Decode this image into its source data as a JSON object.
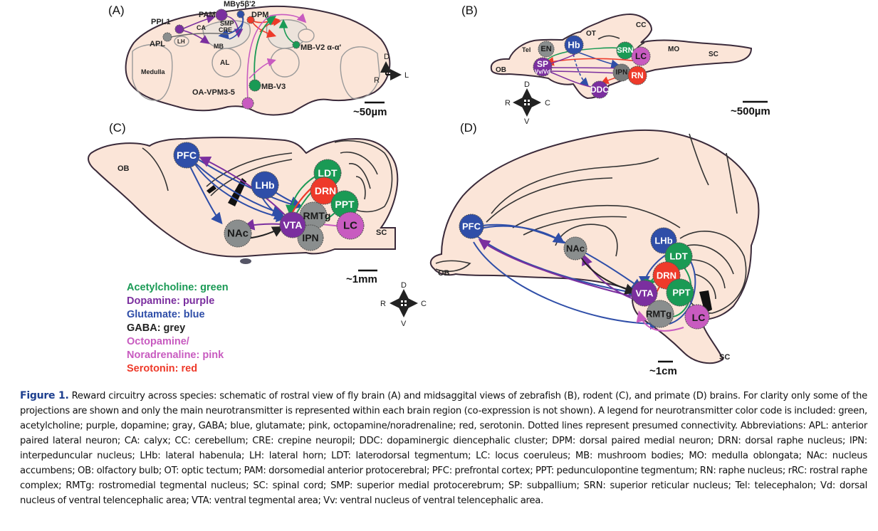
{
  "colors": {
    "acetylcholine": "#1a9a55",
    "dopamine": "#7b2f9f",
    "glutamate": "#2f4ea8",
    "gaba": "#8a8e8e",
    "octopamine_noradrenaline": "#c85bc0",
    "serotonin": "#ee3a2a",
    "brain_fill": "#fbe5d8",
    "caption_label": "#1d3f8f"
  },
  "panels": {
    "A": {
      "label": "(A)",
      "regions": [
        "Medulla",
        "AL",
        "MB",
        "CA",
        "LH",
        "SMP",
        "CRE"
      ],
      "nodes": [
        {
          "id": "PPL1",
          "label": "PPL1",
          "transmitter": "dopamine"
        },
        {
          "id": "PAM",
          "label": "PAM",
          "transmitter": "dopamine"
        },
        {
          "id": "MBg5b2",
          "label": "MBγ5β'2",
          "transmitter": "glutamate"
        },
        {
          "id": "DPM",
          "label": "DPM",
          "transmitter": "serotonin"
        },
        {
          "id": "APL",
          "label": "APL",
          "transmitter": "gaba"
        },
        {
          "id": "MBV2",
          "label": "MB-V2 α-α'",
          "transmitter": "acetylcholine"
        },
        {
          "id": "MBV3",
          "label": "MB-V3",
          "transmitter": "acetylcholine"
        },
        {
          "id": "OAVPM",
          "label": "OA-VPM3-5",
          "transmitter": "octopamine_noradrenaline"
        }
      ],
      "compass": {
        "up": "D",
        "right": "L",
        "corner": "R"
      },
      "scale": "~50µm"
    },
    "B": {
      "label": "(B)",
      "regions": [
        "OB",
        "Tel",
        "OT",
        "CC",
        "MO",
        "SC"
      ],
      "nodes": [
        {
          "id": "EN",
          "label": "EN",
          "transmitter": "gaba"
        },
        {
          "id": "Hb",
          "label": "Hb",
          "transmitter": "glutamate"
        },
        {
          "id": "SRN",
          "label": "SRN",
          "transmitter": "acetylcholine"
        },
        {
          "id": "LC",
          "label": "LC",
          "transmitter": "octopamine_noradrenaline"
        },
        {
          "id": "SP",
          "label": "SP",
          "sublabel": "Vv/Vd",
          "transmitter": "dopamine"
        },
        {
          "id": "IPN",
          "label": "IPN",
          "transmitter": "gaba"
        },
        {
          "id": "RN",
          "label": "RN",
          "transmitter": "serotonin"
        },
        {
          "id": "DDC",
          "label": "DDC",
          "transmitter": "dopamine"
        }
      ],
      "compass": {
        "up": "D",
        "down": "V",
        "left": "R",
        "right": "C"
      },
      "scale": "~500µm"
    },
    "C": {
      "label": "(C)",
      "regions": [
        "OB",
        "SC"
      ],
      "nodes": [
        {
          "id": "PFC",
          "label": "PFC",
          "transmitter": "glutamate"
        },
        {
          "id": "LHb",
          "label": "LHb",
          "transmitter": "glutamate"
        },
        {
          "id": "LDT",
          "label": "LDT",
          "transmitter": "acetylcholine"
        },
        {
          "id": "DRN",
          "label": "DRN",
          "transmitter": "serotonin"
        },
        {
          "id": "PPT",
          "label": "PPT",
          "transmitter": "acetylcholine"
        },
        {
          "id": "RMTg",
          "label": "RMTg",
          "transmitter": "gaba"
        },
        {
          "id": "VTA",
          "label": "VTA",
          "transmitter": "dopamine"
        },
        {
          "id": "LC",
          "label": "LC",
          "transmitter": "octopamine_noradrenaline"
        },
        {
          "id": "NAc",
          "label": "NAc",
          "transmitter": "gaba"
        },
        {
          "id": "IPN",
          "label": "IPN",
          "transmitter": "gaba"
        }
      ],
      "compass": {
        "up": "D",
        "down": "V",
        "left": "R",
        "right": "C"
      },
      "scale": "~1mm"
    },
    "D": {
      "label": "(D)",
      "regions": [
        "OB",
        "SC"
      ],
      "nodes": [
        {
          "id": "PFC",
          "label": "PFC",
          "transmitter": "glutamate"
        },
        {
          "id": "NAc",
          "label": "NAc",
          "transmitter": "gaba"
        },
        {
          "id": "LHb",
          "label": "LHb",
          "transmitter": "glutamate"
        },
        {
          "id": "LDT",
          "label": "LDT",
          "transmitter": "acetylcholine"
        },
        {
          "id": "DRN",
          "label": "DRN",
          "transmitter": "serotonin"
        },
        {
          "id": "VTA",
          "label": "VTA",
          "transmitter": "dopamine"
        },
        {
          "id": "PPT",
          "label": "PPT",
          "transmitter": "acetylcholine"
        },
        {
          "id": "RMTg",
          "label": "RMTg",
          "transmitter": "gaba"
        },
        {
          "id": "LC",
          "label": "LC",
          "transmitter": "octopamine_noradrenaline"
        }
      ],
      "scale": "~1cm"
    }
  },
  "legend": [
    {
      "text": "Acetylcholine: green",
      "key": "acetylcholine"
    },
    {
      "text": "Dopamine: purple",
      "key": "dopamine"
    },
    {
      "text": "Glutamate: blue",
      "key": "glutamate"
    },
    {
      "text": "GABA: grey",
      "key": "gaba_text"
    },
    {
      "text": "Octopamine/",
      "key": "octopamine_noradrenaline"
    },
    {
      "text": "Noradrenaline: pink",
      "key": "octopamine_noradrenaline"
    },
    {
      "text": "Serotonin: red",
      "key": "serotonin"
    }
  ],
  "caption": {
    "label": "Figure 1.",
    "text": "Reward circuitry across species: schematic of rostral view of fly brain (A) and midsaggital views of zebrafish (B), rodent (C), and primate (D) brains. For clarity only some of the projections are shown and only the main neurotransmitter is represented within each brain region (co-expression is not shown). A legend for neuro­transmitter color code is included: green, acetylcholine; purple, dopamine; gray, GABA; blue, glutamate; pink, octopamine/noradrenaline; red, serotonin. Dotted lines represent presumed connectivity. Abbreviations: APL: anterior paired lateral neuron; CA: calyx; CC: cerebellum; CRE: crepine neuropil; DDC: dopaminergic diencephalic cluster; DPM: dorsal paired medial neuron; DRN: dorsal raphe nucleus; IPN: interpeduncular nucleus; LHb: lateral habenula; LH: lateral horn; LDT: laterodorsal tegmen­tum; LC: locus coeruleus; MB: mushroom bodies; MO: medulla oblongata; NAc: nucleus accumbens; OB: olfactory bulb; OT: optic tectum; PAM: dorsomedial anterior pro­tocerebral; PFC: prefrontal cortex; PPT: pedunculopontine tegmentum; RN: raphe nucleus; rRC: rostral raphe complex; RMTg: rostromedial tegmental nucleus; SC: spinal cord; SMP: superior medial protocerebrum; SP: subpallium; SRN: superior reticular nucleus; Tel: telecephalon; Vd: dorsal nucleus of ventral telencephalic area; VTA: ven­tral tegmental area; Vv: ventral nucleus of ventral telencephalic area."
  }
}
